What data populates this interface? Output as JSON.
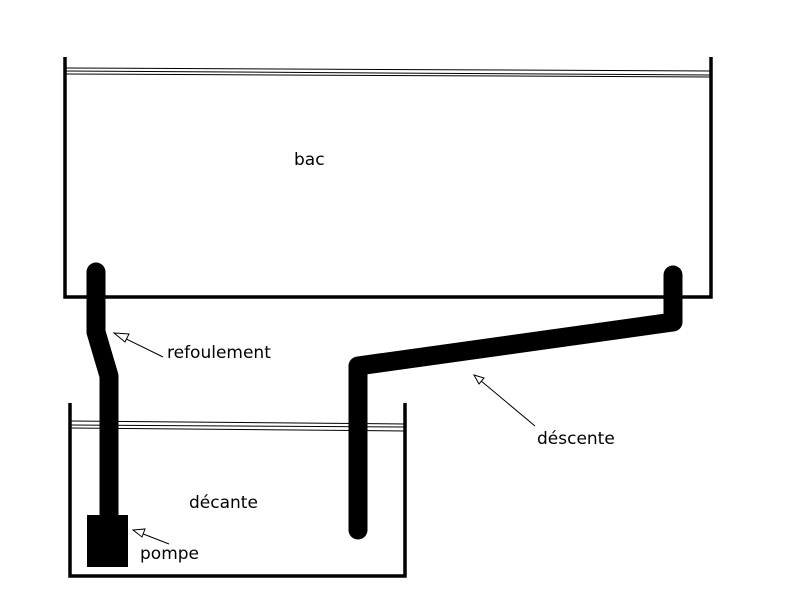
{
  "labels": {
    "tank": "bac",
    "return_pipe": "refoulement",
    "drain_pipe": "déscente",
    "sump": "décante",
    "pump": "pompe"
  },
  "colors": {
    "line": "#000000",
    "background": "#ffffff"
  }
}
